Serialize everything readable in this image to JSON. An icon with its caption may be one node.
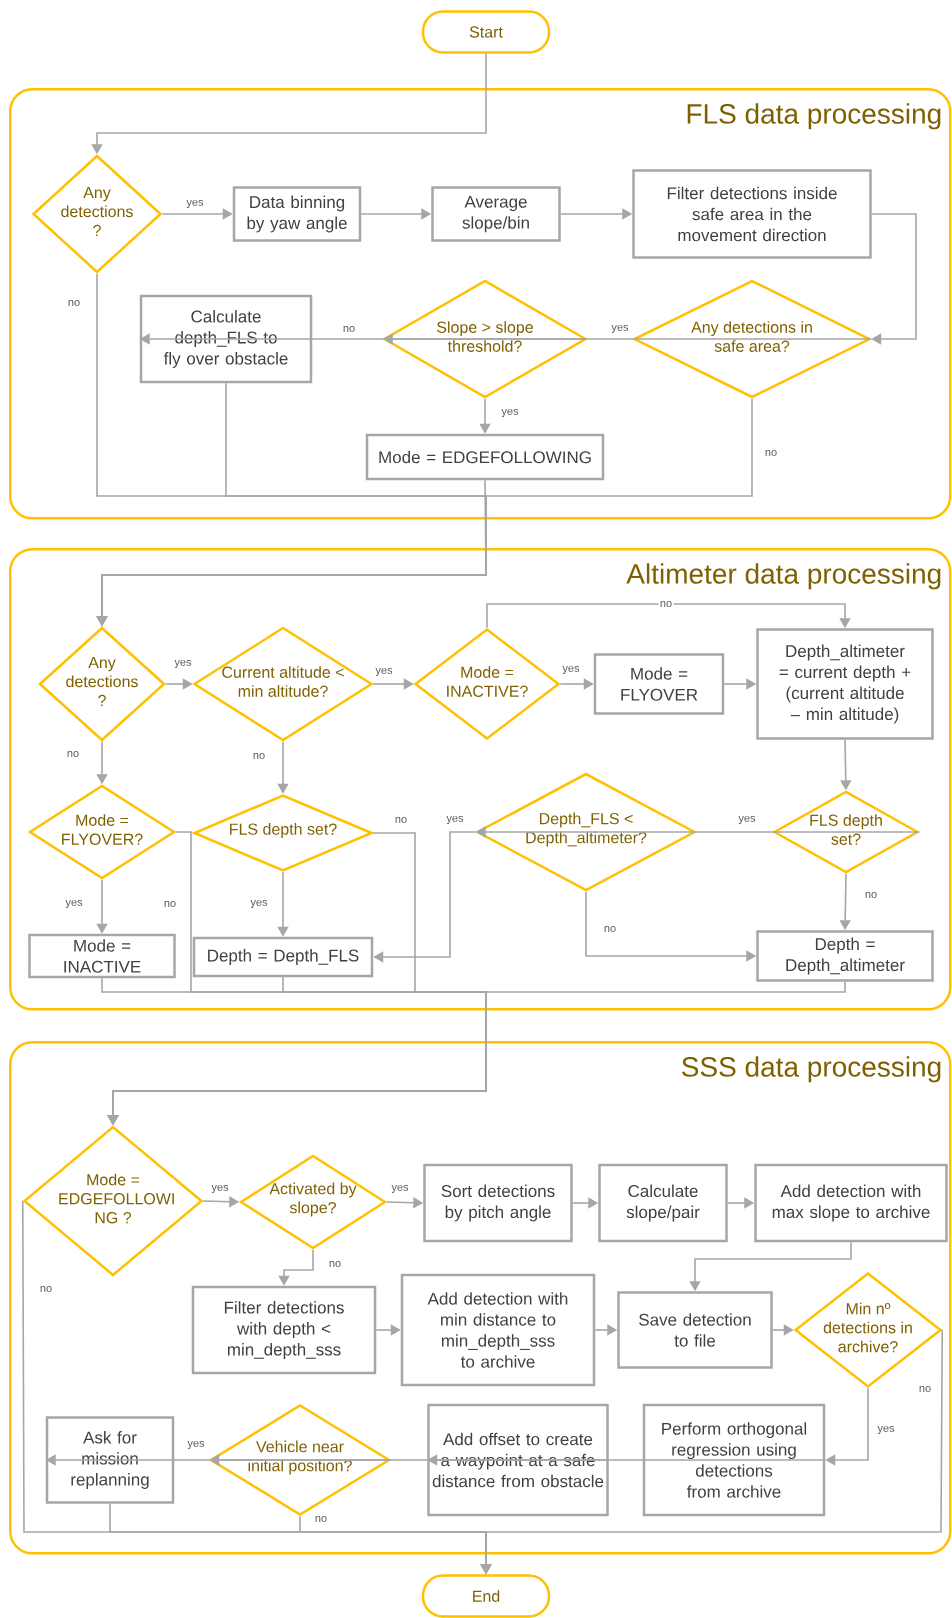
{
  "diagram": {
    "nodes": [
      {
        "text": [
          "Start"
        ]
      },
      {
        "text": [
          "FLS data processing"
        ]
      },
      {
        "text": [
          "Any detections ?"
        ],
        "in": 1
      },
      {
        "text": [
          "Data binning by yaw angle"
        ],
        "in": 1
      },
      {
        "text": [
          "Average slope/bin"
        ],
        "in": 1
      },
      {
        "text": [
          "Filter detections inside safe area in the movement direction"
        ],
        "in": 1
      },
      {
        "text": [
          "Calculate depth_FLS to fly over obstacle"
        ],
        "in": 1
      },
      {
        "text": [
          "Slope > slope threshold?"
        ],
        "in": 1
      },
      {
        "text": [
          "Any detections in safe area?"
        ],
        "in": 1
      },
      {
        "text": [
          "Mode = EDGEFOLLOWING"
        ],
        "in": 1
      },
      {
        "text": [
          "Altimeter data processing"
        ]
      },
      {
        "text": [
          "Any detections ?"
        ],
        "in": 10
      },
      {
        "text": [
          "Current altitude < min altitude?"
        ],
        "in": 10
      },
      {
        "text": [
          "Mode = INACTIVE?"
        ],
        "in": 10
      },
      {
        "text": [
          "Mode = FLYOVER"
        ],
        "in": 10
      },
      {
        "text": [
          "Depth_altimeter = current depth + (current altitude – min altitude)"
        ],
        "in": 10
      },
      {
        "text": [
          "Mode = FLYOVER?"
        ],
        "in": 10
      },
      {
        "text": [
          "FLS depth set?"
        ],
        "in": 10
      },
      {
        "text": [
          "Depth_FLS < Depth_altimeter?"
        ],
        "in": 10
      },
      {
        "text": [
          "FLS depth set?"
        ],
        "in": 10
      },
      {
        "text": [
          "Mode = INACTIVE"
        ],
        "in": 10
      },
      {
        "text": [
          "Depth = Depth_FLS"
        ],
        "in": 10
      },
      {
        "text": [
          "Depth = Depth_altimeter"
        ],
        "in": 10
      },
      {
        "text": [
          "SSS data processing"
        ]
      },
      {
        "text": [
          "Mode = EDGEFOLLOWI NG ?"
        ],
        "in": 23
      },
      {
        "text": [
          "Activated by slope?"
        ],
        "in": 23
      },
      {
        "text": [
          "Sort detections by pitch angle"
        ],
        "in": 23
      },
      {
        "text": [
          "Calculate slope/pair"
        ],
        "in": 23
      },
      {
        "text": [
          "Add detection with max slope to archive"
        ],
        "in": 23
      },
      {
        "text": [
          "Filter detections with depth < min_depth_sss"
        ],
        "in": 23
      },
      {
        "text": [
          "Add detection with min distance to min_depth_sss to archive"
        ],
        "in": 23
      },
      {
        "text": [
          "Save detection to file"
        ],
        "in": 23
      },
      {
        "text": [
          "Min nº detections in archive?"
        ],
        "in": 23
      },
      {
        "text": [
          "Ask for mission replanning"
        ],
        "in": 23
      },
      {
        "text": [
          "Vehicle near initial position?"
        ],
        "in": 23
      },
      {
        "text": [
          "Add offset to create a waypoint at a safe distance from obstacle"
        ],
        "in": 23
      },
      {
        "text": [
          "Perform orthogonal regression using detections from archive"
        ],
        "in": 23
      },
      {
        "text": [
          "End"
        ]
      }
    ],
    "edges": [
      {
        "from": 0,
        "to": 2,
        "arrow": "to"
      },
      {
        "from": 2,
        "to": 3,
        "arrow": "to",
        "label": "yes"
      },
      {
        "from": 3,
        "to": 4,
        "arrow": "to"
      },
      {
        "from": 4,
        "to": 5,
        "arrow": "to"
      },
      {
        "from": 5,
        "to": 8,
        "arrow": "to"
      },
      {
        "from": 8,
        "to": 7,
        "arrow": "to",
        "label": "yes"
      },
      {
        "from": 7,
        "to": 6,
        "arrow": "to",
        "label": "no"
      },
      {
        "from": 7,
        "to": 9,
        "arrow": "to",
        "label": "yes"
      },
      {
        "from": 2,
        "to": 11,
        "arrow": "to",
        "label": "no"
      },
      {
        "from": 6,
        "to": 11,
        "arrow": "to"
      },
      {
        "from": 9,
        "to": 11,
        "arrow": "to"
      },
      {
        "from": 8,
        "to": 11,
        "arrow": "to",
        "label": "no"
      },
      {
        "from": 11,
        "to": 12,
        "arrow": "to",
        "label": "yes"
      },
      {
        "from": 12,
        "to": 13,
        "arrow": "to",
        "label": "yes"
      },
      {
        "from": 13,
        "to": 14,
        "arrow": "to",
        "label": "yes"
      },
      {
        "from": 13,
        "to": 15,
        "arrow": "to",
        "label": "no"
      },
      {
        "from": 14,
        "to": 15,
        "arrow": "to"
      },
      {
        "from": 15,
        "to": 19,
        "arrow": "to"
      },
      {
        "from": 19,
        "to": 18,
        "arrow": "to",
        "label": "yes"
      },
      {
        "from": 19,
        "to": 22,
        "arrow": "to",
        "label": "no"
      },
      {
        "from": 18,
        "to": 21,
        "arrow": "to",
        "label": "yes"
      },
      {
        "from": 18,
        "to": 22,
        "arrow": "to",
        "label": "no"
      },
      {
        "from": 11,
        "to": 16,
        "arrow": "to",
        "label": "no"
      },
      {
        "from": 12,
        "to": 17,
        "arrow": "to",
        "label": "no"
      },
      {
        "from": 17,
        "to": 21,
        "arrow": "to",
        "label": "yes"
      },
      {
        "from": 16,
        "to": 20,
        "arrow": "to",
        "label": "yes"
      },
      {
        "from": 16,
        "to": 24,
        "arrow": "to",
        "label": "no"
      },
      {
        "from": 17,
        "to": 24,
        "arrow": "to",
        "label": "no"
      },
      {
        "from": 20,
        "to": 24,
        "arrow": "to"
      },
      {
        "from": 21,
        "to": 24,
        "arrow": "to"
      },
      {
        "from": 22,
        "to": 24,
        "arrow": "to"
      },
      {
        "from": 24,
        "to": 25,
        "arrow": "to",
        "label": "yes"
      },
      {
        "from": 25,
        "to": 26,
        "arrow": "to",
        "label": "yes"
      },
      {
        "from": 26,
        "to": 27,
        "arrow": "to"
      },
      {
        "from": 27,
        "to": 28,
        "arrow": "to"
      },
      {
        "from": 28,
        "to": 31,
        "arrow": "to"
      },
      {
        "from": 25,
        "to": 29,
        "arrow": "to",
        "label": "no"
      },
      {
        "from": 29,
        "to": 30,
        "arrow": "to"
      },
      {
        "from": 30,
        "to": 31,
        "arrow": "to"
      },
      {
        "from": 31,
        "to": 32,
        "arrow": "to"
      },
      {
        "from": 32,
        "to": 36,
        "arrow": "to",
        "label": "yes"
      },
      {
        "from": 36,
        "to": 35,
        "arrow": "to"
      },
      {
        "from": 35,
        "to": 34,
        "arrow": "to"
      },
      {
        "from": 34,
        "to": 33,
        "arrow": "to",
        "label": "yes"
      },
      {
        "from": 24,
        "to": 37,
        "arrow": "to",
        "label": "no"
      },
      {
        "from": 32,
        "to": 37,
        "arrow": "to",
        "label": "no"
      },
      {
        "from": 33,
        "to": 37,
        "arrow": "to"
      },
      {
        "from": 34,
        "to": 37,
        "arrow": "to",
        "label": "no"
      }
    ]
  }
}
